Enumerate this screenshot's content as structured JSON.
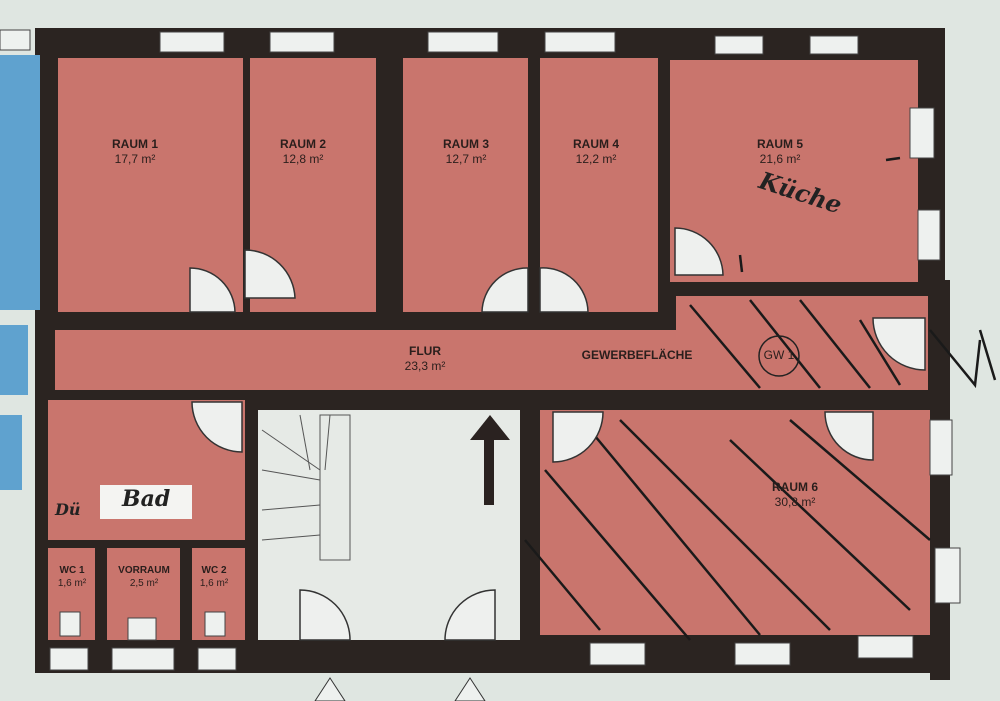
{
  "rooms": [
    {
      "name": "RAUM 1",
      "area": "17,7 m²"
    },
    {
      "name": "RAUM 2",
      "area": "12,8 m²"
    },
    {
      "name": "RAUM 3",
      "area": "12,7 m²"
    },
    {
      "name": "RAUM 4",
      "area": "12,2 m²"
    },
    {
      "name": "RAUM 5",
      "area": "21,6 m²"
    },
    {
      "name": "FLUR",
      "area": "23,3 m²"
    },
    {
      "name": "RAUM 6",
      "area": "30,8 m²"
    },
    {
      "name": "WC 1",
      "area": "1,6 m²"
    },
    {
      "name": "VORRAUM",
      "area": "2,5 m²"
    },
    {
      "name": "WC 2",
      "area": "1,6 m²"
    }
  ],
  "zone_label": "GEWERBEFLÄCHE",
  "zone_tag": "GW 1",
  "handwritten": {
    "kitchen": "Küche",
    "bath": "Bad",
    "shower": "Dü"
  },
  "colors": {
    "room": "#c9756d",
    "wall": "#2b2421",
    "background": "#dfe6e1"
  }
}
